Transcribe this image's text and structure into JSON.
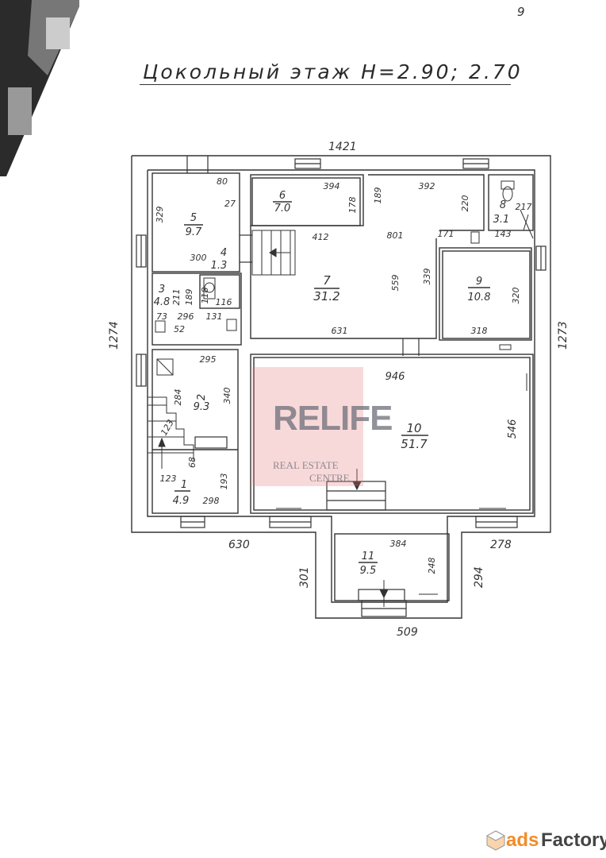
{
  "page_number": "9",
  "title": "Цокольный этаж H=2.90; 2.70",
  "dimensions": {
    "top": "1421",
    "left": "1274",
    "right": "1273",
    "bottom_left": "630",
    "bottom_right": "278",
    "bottom_annex": "509",
    "annex_left": "301",
    "annex_right": "294"
  },
  "rooms": [
    {
      "num": "1",
      "area": "4.9"
    },
    {
      "num": "2",
      "area": "9.3"
    },
    {
      "num": "3",
      "area": "4.8"
    },
    {
      "num": "4",
      "area": "1.3"
    },
    {
      "num": "5",
      "area": "9.7"
    },
    {
      "num": "6",
      "area": "7.0"
    },
    {
      "num": "7",
      "area": "31.2"
    },
    {
      "num": "8",
      "area": "3.1"
    },
    {
      "num": "9",
      "area": "10.8"
    },
    {
      "num": "10",
      "area": "51.7"
    },
    {
      "num": "11",
      "area": "9.5"
    }
  ],
  "measurements": [
    "329",
    "80",
    "27",
    "300",
    "394",
    "178",
    "412",
    "189",
    "392",
    "220",
    "801",
    "171",
    "217",
    "143",
    "211",
    "189",
    "118",
    "116",
    "73",
    "296",
    "131",
    "52",
    "559",
    "339",
    "320",
    "631",
    "318",
    "295",
    "284",
    "340",
    "68",
    "123",
    "123",
    "193",
    "298",
    "946",
    "546",
    "384",
    "248"
  ],
  "watermark": {
    "brand": "RELIFE",
    "line1": "REAL ESTATE",
    "line2": "CENTRE"
  },
  "footer_logo": {
    "part1": "ads",
    "part2": "Factory"
  },
  "colors": {
    "ink": "#333333",
    "watermark": "#e67878",
    "logo_accent": "#f28c28"
  }
}
